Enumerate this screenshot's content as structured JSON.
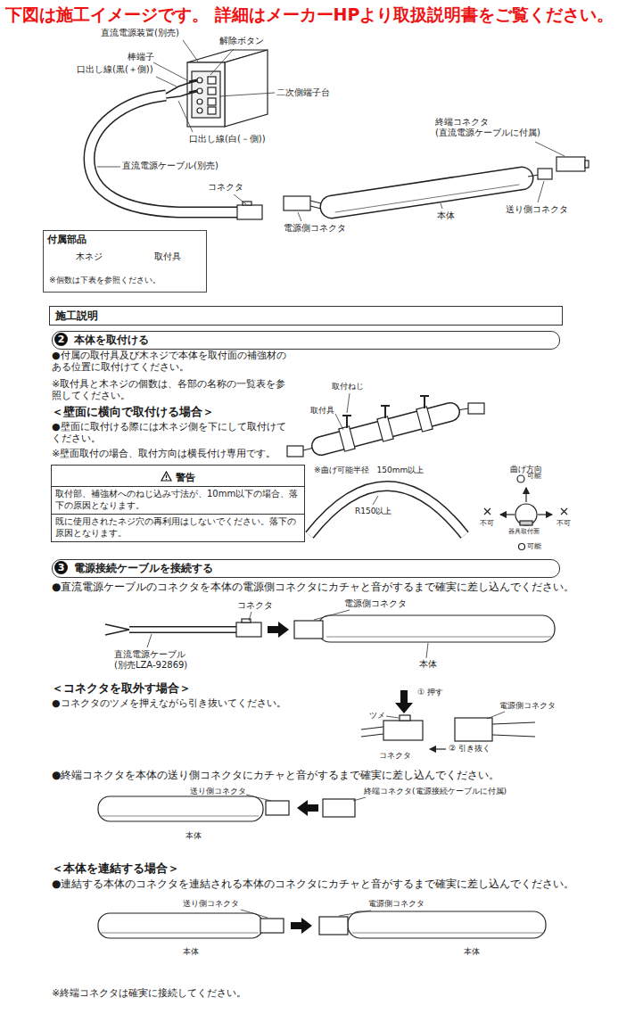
{
  "diagram": {
    "title": "下図は施工イメージです。 詳細はメーカーHPより取扱説明書をご覧ください。",
    "nodes": [
      {
        "text": [
          "付属部品",
          "木ネジ",
          "取付具",
          "※個数は下表を参照ください。"
        ]
      },
      {
        "text": [
          "施工説明"
        ]
      },
      {
        "text": [
          "2",
          "本体を取付ける"
        ]
      },
      {
        "text": [
          "警告",
          "取付部、補強材へのねじ込み寸法が、10mm以下の場合、落下の原因となります。",
          "既に使用されたネジ穴の再利用はしないでください。落下の原因となります。"
        ]
      },
      {
        "text": [
          "3",
          "電源接続ケーブルを接続する"
        ]
      }
    ],
    "labels": [
      "直流電源装置(別売)",
      "解除ボタン",
      "棒端子",
      "口出し線(黒(＋側))",
      "二次側端子台",
      "口出し線(白(－側))",
      "直流電源ケーブル(別売)",
      "終端コネクタ (直流電源ケーブルに付属)",
      "コネクタ",
      "本体",
      "電源側コネクタ",
      "送り側コネクタ",
      "●付属の取付具及び木ネジで本体を取付面の補強材のある位置に取付けてください。",
      "※取付具と木ネジの個数は、各部の名称の一覧表を参照してください。",
      "＜壁面に横向で取付ける場合＞",
      "●壁面に取付ける際には木ネジ側を下にして取付けてください。",
      "※壁面取付の場合、取付方向は横長付け専用です。",
      "取付ねじ",
      "取付具",
      "※曲げ可能半径　150mm以上",
      "R150以上",
      "曲げ方向",
      "可能",
      "不可",
      "不可",
      "器具取付面",
      "可能",
      "●直流電源ケーブルのコネクタを本体の電源側コネクタにカチャと音がするまで確実に差し込んでください。",
      "コネクタ",
      "電源側コネクタ",
      "直流電源ケーブル (別売LZA-92869)",
      "本体",
      "＜コネクタを取外す場合＞",
      "●コネクタのツメを押えながら引き抜いてください。",
      "ツメ",
      "① 押す",
      "電源側コネクタ",
      "コネクタ",
      "② 引き抜く",
      "●終端コネクタを本体の送り側コネクタにカチャと音がするまで確実に差し込んでください。",
      "送り側コネクタ",
      "終端コネクタ(電源接続ケーブルに付属)",
      "本体",
      "＜本体を連結する場合＞",
      "●連結する本体のコネクタを連結される本体のコネクタにカチャと音がするまで確実に差し込んでください。",
      "送り側コネクタ",
      "電源側コネクタ",
      "本体",
      "本体",
      "※終端コネクタは確実に接続してください。"
    ]
  }
}
